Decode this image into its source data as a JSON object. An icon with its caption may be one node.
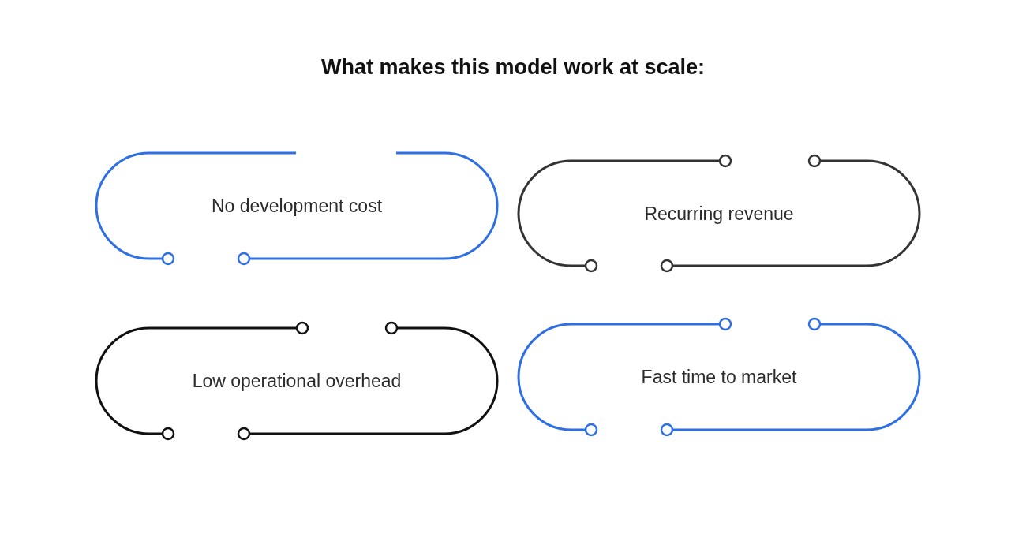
{
  "diagram": {
    "title": "What makes this model work at scale:",
    "nodes": [
      {
        "text": [
          "No development cost"
        ]
      },
      {
        "text": [
          "Recurring revenue"
        ]
      },
      {
        "text": [
          "Low operational overhead"
        ]
      },
      {
        "text": [
          "Fast time to market"
        ]
      }
    ]
  }
}
